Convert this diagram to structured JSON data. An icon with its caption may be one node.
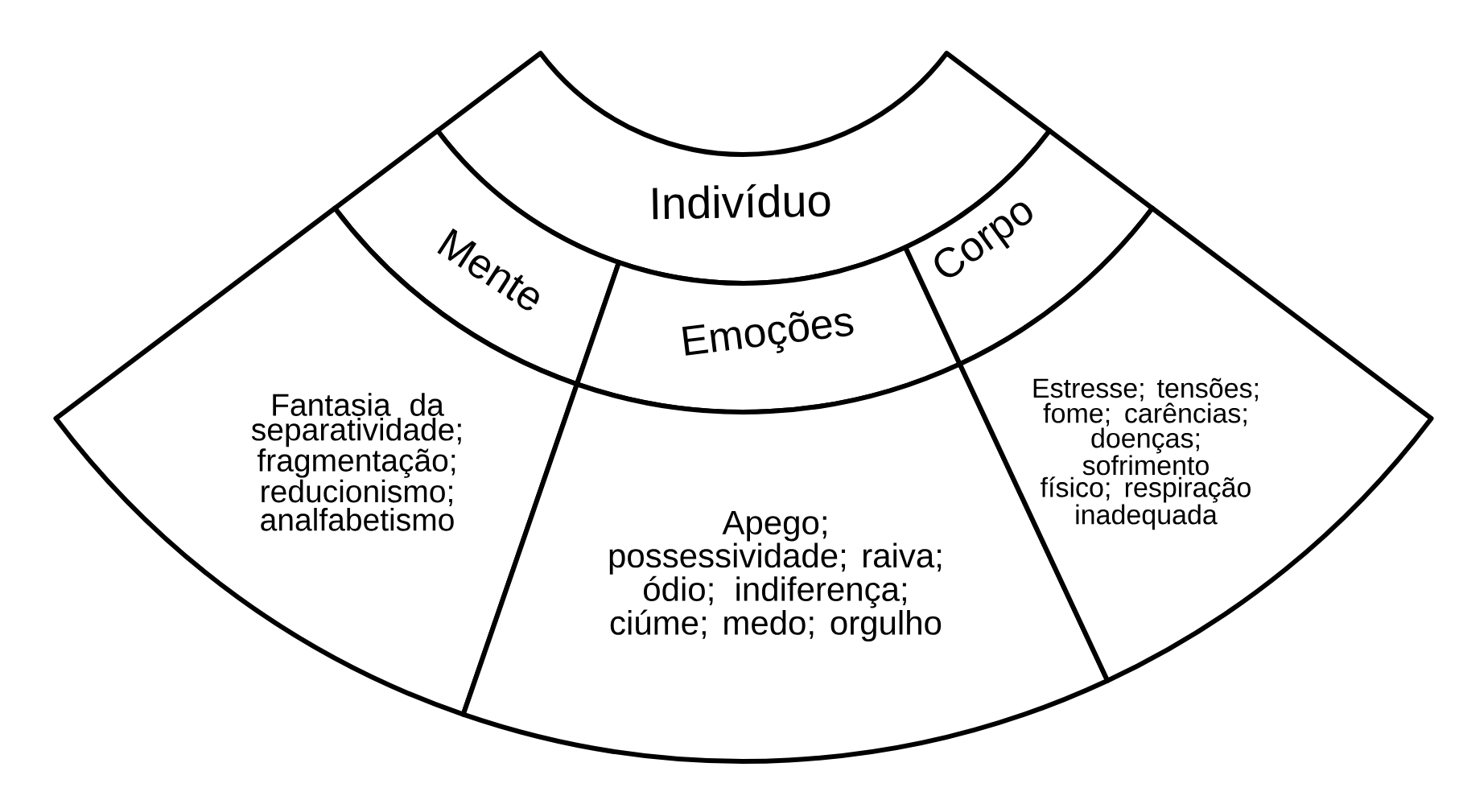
{
  "diagram": {
    "nodes": [
      {
        "text": [
          "Indivíduo"
        ]
      },
      {
        "text": [
          "Mente"
        ]
      },
      {
        "text": [
          "Emoções"
        ]
      },
      {
        "text": [
          "Corpo"
        ]
      },
      {
        "text": [
          "Fantasia da separatividade; fragmentação; reducionismo; analfabetismo"
        ]
      },
      {
        "text": [
          "Apego; possessividade; raiva; ódio; indiferença; ciúme; medo; orgulho"
        ]
      },
      {
        "text": [
          "Estresse; tensões; fome; carências; doenças; sofrimento físico; respiração inadequada"
        ]
      }
    ]
  }
}
